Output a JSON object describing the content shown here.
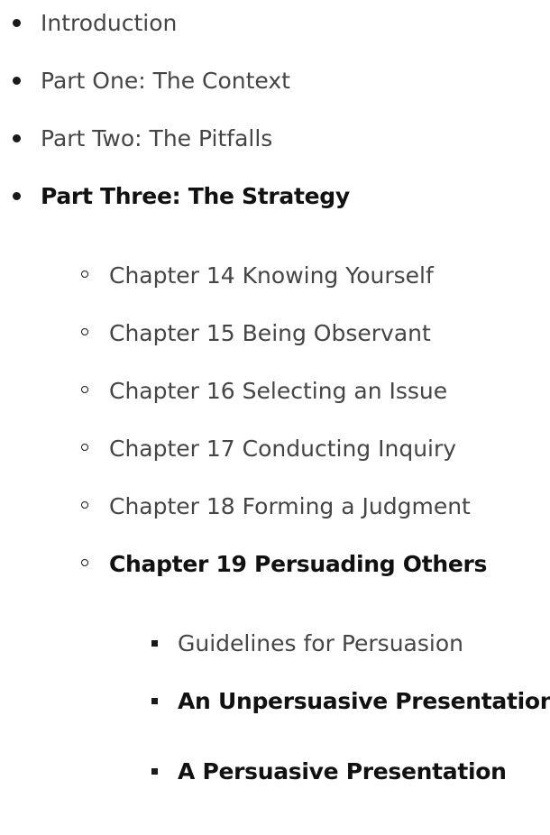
{
  "toc": {
    "parts": [
      {
        "label": "Introduction"
      },
      {
        "label": "Part One: The Context"
      },
      {
        "label": "Part Two: The Pitfalls"
      },
      {
        "label": "Part Three: The Strategy",
        "current": true
      }
    ],
    "chapters": [
      {
        "label": "Chapter 14 Knowing Yourself"
      },
      {
        "label": "Chapter 15 Being Observant"
      },
      {
        "label": "Chapter 16 Selecting an Issue"
      },
      {
        "label": "Chapter 17 Conducting Inquiry"
      },
      {
        "label": "Chapter 18 Forming a Judgment"
      },
      {
        "label": "Chapter 19 Persuading Others",
        "current": true
      }
    ],
    "sections": [
      {
        "label": "Guidelines for Persuasion"
      },
      {
        "label": "An Unpersuasive Presentation",
        "current": true
      },
      {
        "label": "A Persuasive Presentation",
        "current": true
      }
    ]
  }
}
